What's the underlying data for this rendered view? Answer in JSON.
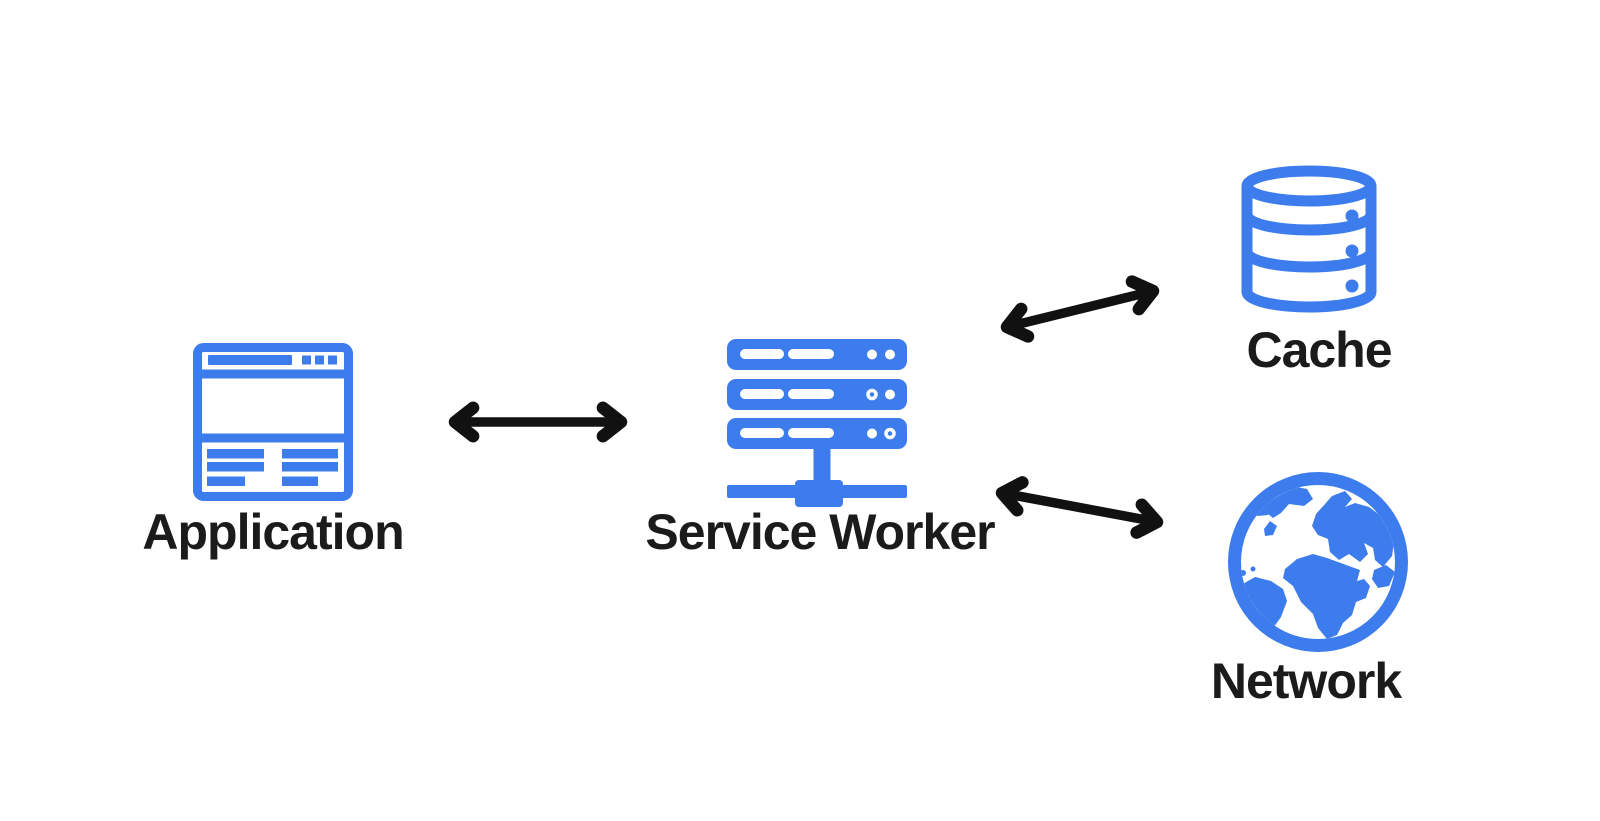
{
  "diagram": {
    "type": "architecture-flow",
    "background": "#ffffff",
    "colors": {
      "icon_blue": "#3D7CEC",
      "arrow_black": "#111111",
      "label_text": "#1b1b1b"
    },
    "nodes": [
      {
        "id": "application",
        "label": "Application",
        "icon": "browser-window-icon"
      },
      {
        "id": "service-worker",
        "label": "Service Worker",
        "icon": "server-stack-icon"
      },
      {
        "id": "cache",
        "label": "Cache",
        "icon": "database-icon"
      },
      {
        "id": "network",
        "label": "Network",
        "icon": "globe-icon"
      }
    ],
    "edges": [
      {
        "from": "Application",
        "to": "Service Worker",
        "direction": "bidirectional"
      },
      {
        "from": "Service Worker",
        "to": "Cache",
        "direction": "bidirectional"
      },
      {
        "from": "Service Worker",
        "to": "Network",
        "direction": "bidirectional"
      }
    ]
  }
}
